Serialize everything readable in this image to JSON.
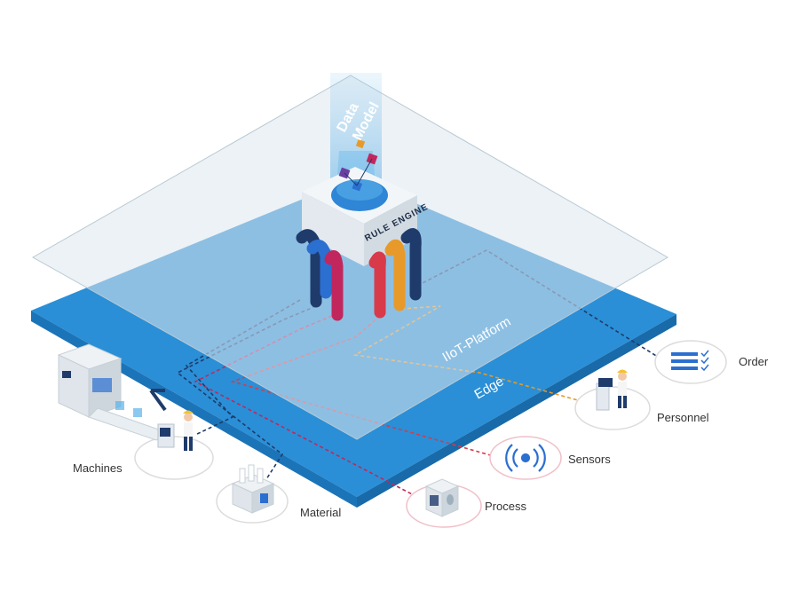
{
  "diagram": {
    "data_model_label_line1": "Data",
    "data_model_label_line2": "Model",
    "rule_engine_label": "RULE ENGINE",
    "platform_label": "IIoT-Platform",
    "edge_label": "Edge",
    "nodes": {
      "order": "Order",
      "personnel": "Personnel",
      "sensors": "Sensors",
      "process": "Process",
      "material": "Material",
      "machines": "Machines"
    },
    "colors": {
      "edge_plane": "#2a8fd6",
      "platform_plane": "#dfe8ee",
      "accent_navy": "#1f3b6b",
      "accent_orange": "#e79a2a",
      "accent_red": "#d83a4a",
      "accent_crimson": "#c1275d",
      "accent_blue": "#2b6fd0"
    }
  }
}
